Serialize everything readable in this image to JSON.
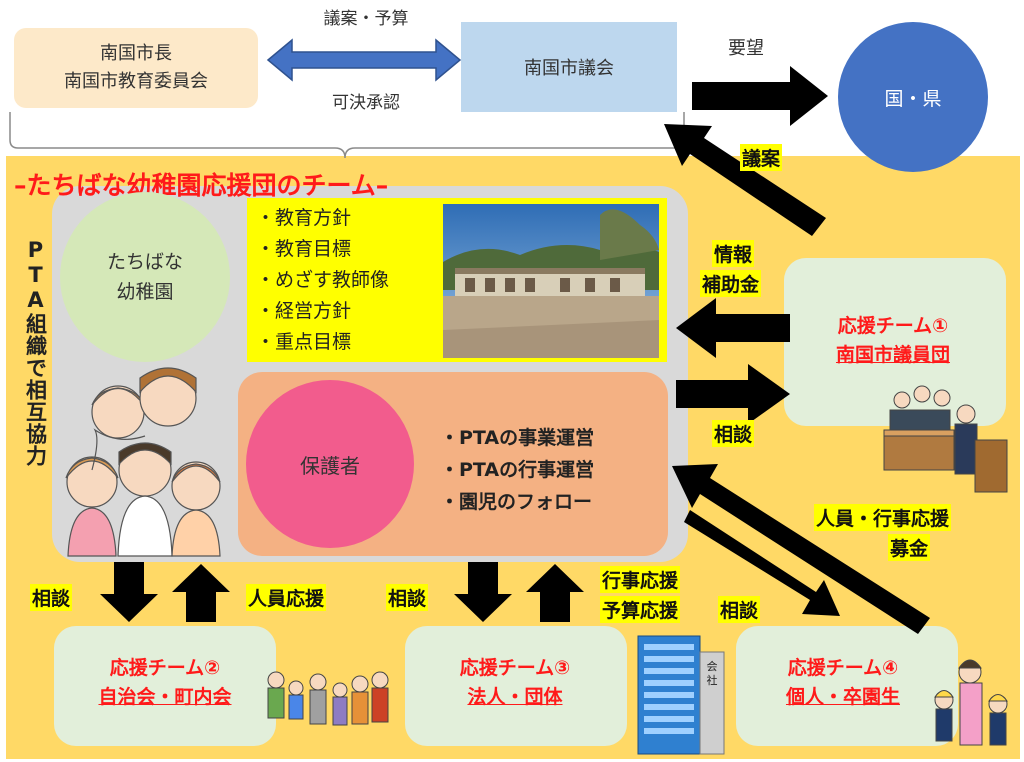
{
  "top": {
    "mayor_line1": "南国市長",
    "mayor_line2": "南国市教育委員会",
    "council": "南国市議会",
    "arrow_top_label": "議案・予算",
    "arrow_bottom_label": "可決承認",
    "request_label": "要望",
    "nation": "国・県"
  },
  "main": {
    "title": "–たちばな幼稚園応援団のチーム–",
    "pta_vertical": "PTA組織で相互協力",
    "kindergarten_line1": "たちばな",
    "kindergarten_line2": "幼稚園",
    "policies": [
      "・教育方針",
      "・教育目標",
      "・めざす教師像",
      "・経営方針",
      "・重点目標"
    ],
    "guardian": "保護者",
    "guardian_tasks": [
      "・PTAの事業運営",
      "・PTAの行事運営",
      "・園児のフォロー"
    ]
  },
  "labels": {
    "bill": "議案",
    "info": "情報",
    "subsidy": "補助金",
    "consult": "相談",
    "staff_event_line1": "人員・行事応援",
    "staff_event_line2": "募金",
    "staff_support": "人員応援",
    "event_support": "行事応援",
    "budget_support": "予算応援"
  },
  "teams": [
    {
      "title": "応援チーム①",
      "name": "南国市議員団"
    },
    {
      "title": "応援チーム②",
      "name": "自治会・町内会"
    },
    {
      "title": "応援チーム③",
      "name": "法人・団体"
    },
    {
      "title": "応援チーム④",
      "name": "個人・卒園生"
    }
  ],
  "building_sign": "会社",
  "colors": {
    "orange_bg": "#ffd966",
    "gray_box": "#d9d9d9",
    "green_circle": "#d5e8b8",
    "pink_circle": "#f25c8d",
    "salmon_box": "#f4b183",
    "mayor_box": "#fde9c9",
    "council_box": "#bdd7ee",
    "nation_circle": "#4472c4",
    "team_box": "#e2efda",
    "title_red": "#ff1a1a",
    "highlight_yellow": "#ffff00"
  }
}
